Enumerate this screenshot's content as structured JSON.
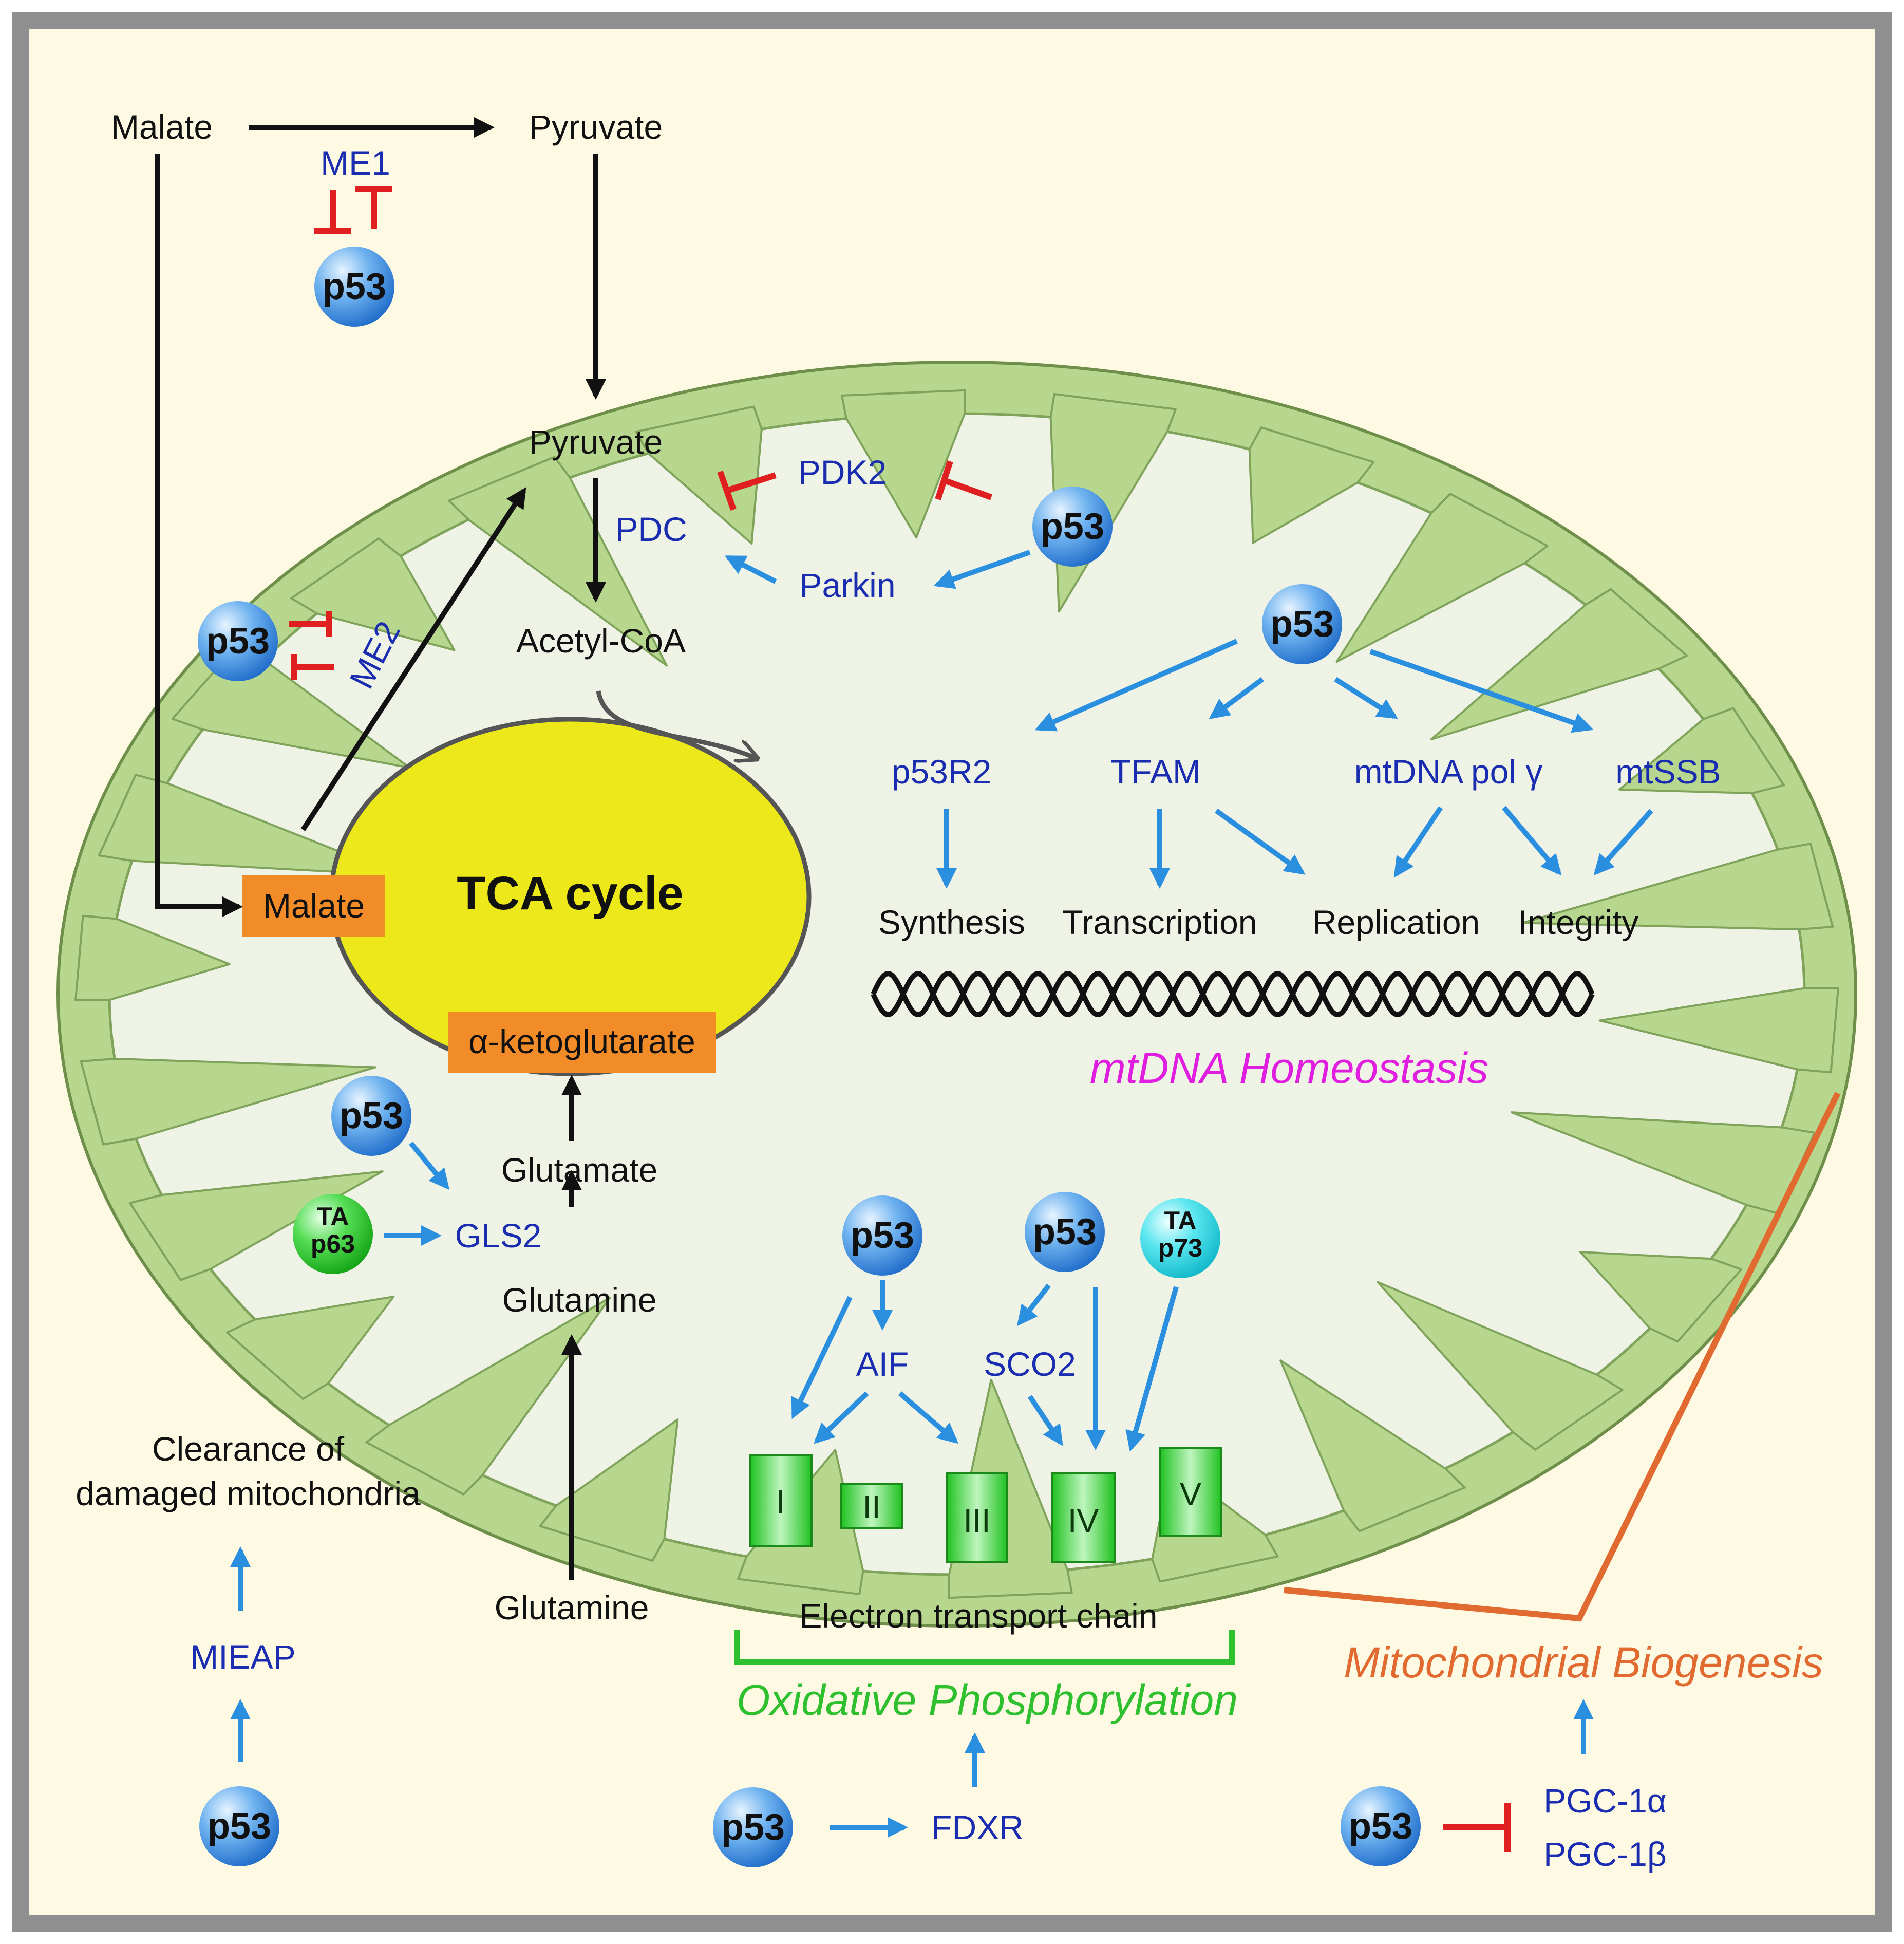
{
  "colors": {
    "background": "#fdf9e3",
    "border": "#8f8f8f",
    "outer_membrane": "#b7d68e",
    "matrix": "#eef3e6",
    "tca": "#ece81a",
    "orange_box": "#f28c28",
    "blue_arrow": "#2b8fe0",
    "inhibit_red": "#e02020",
    "label_blue": "#1a2db0",
    "mtdna_magenta": "#e01ee0",
    "oxphos_green": "#2ec02e",
    "biogenesis_orange": "#e06a30"
  },
  "p53_label": "p53",
  "ta": {
    "prefix": "TA",
    "p63": "p63",
    "p73": "p73"
  },
  "labels": {
    "malate_top": "Malate",
    "pyruvate_top": "Pyruvate",
    "me1": "ME1",
    "pyruvate_inner": "Pyruvate",
    "pdk2": "PDK2",
    "pdc": "PDC",
    "parkin": "Parkin",
    "acetyl_coa": "Acetyl-CoA",
    "me2": "ME2",
    "malate_box": "Malate",
    "tca_cycle": "TCA cycle",
    "akg": "α-ketoglutarate",
    "glutamate": "Glutamate",
    "gls2": "GLS2",
    "glutamine_inner": "Glutamine",
    "glutamine_outer": "Glutamine",
    "p53r2": "p53R2",
    "tfam": "TFAM",
    "mtdna_pol": "mtDNA pol γ",
    "mtssb": "mtSSB",
    "synthesis": "Synthesis",
    "transcription": "Transcription",
    "replication": "Replication",
    "integrity": "Integrity",
    "mtdna_homeostasis": "mtDNA Homeostasis",
    "aif": "AIF",
    "sco2": "SCO2",
    "complex_1": "I",
    "complex_2": "II",
    "complex_3": "III",
    "complex_4": "IV",
    "complex_5": "V",
    "etc": "Electron transport chain",
    "oxphos": "Oxidative Phosphorylation",
    "clearance_1": "Clearance of",
    "clearance_2": "damaged mitochondria",
    "mieap": "MIEAP",
    "fdxr": "FDXR",
    "biogenesis": "Mitochondrial Biogenesis",
    "pgc1a": "PGC-1α",
    "pgc1b": "PGC-1β"
  }
}
